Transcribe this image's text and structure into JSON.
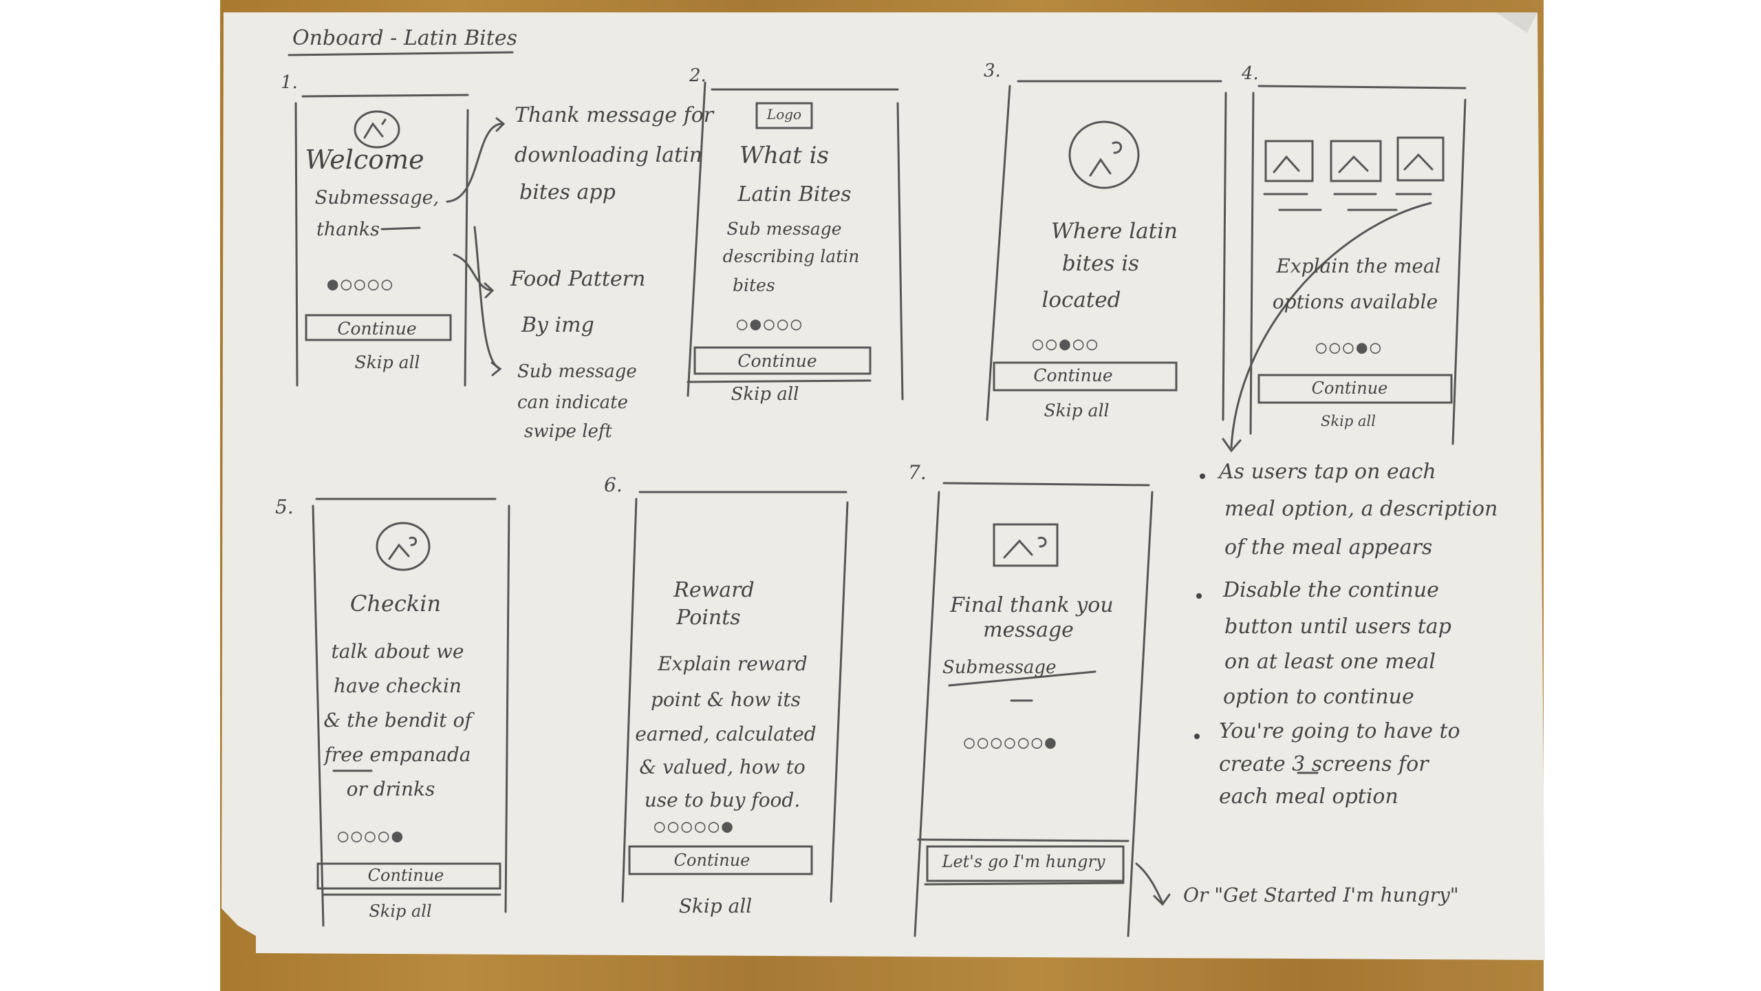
{
  "header": {
    "title": "Onboard - Latin Bites"
  },
  "screens": [
    {
      "number": "1.",
      "logo": "",
      "title": "Welcome",
      "sub1": "Submessage,",
      "sub2": "thanks",
      "dots": "●○○○○",
      "button": "Continue",
      "skip": "Skip all"
    },
    {
      "number": "2.",
      "logo": "Logo",
      "title1": "What is",
      "title2": "Latin Bites",
      "sub1": "Sub message",
      "sub2": "describing latin",
      "sub3": "bites",
      "dots": "○●○○○",
      "button": "Continue",
      "skip": "Skip all"
    },
    {
      "number": "3.",
      "title1": "Where latin",
      "title2": "bites is",
      "title3": "located",
      "dots": "○○●○○",
      "button": "Continue",
      "skip": "Skip all"
    },
    {
      "number": "4.",
      "text1": "Explain the meal",
      "text2": "options available",
      "dots": "○○○●○",
      "button": "Continue",
      "skip": "Skip all"
    },
    {
      "number": "5.",
      "title": "Checkin",
      "text1": "talk about we",
      "text2": "have checkin",
      "text3": "& the bendit of",
      "text4": "free empanada",
      "text5": "or drinks",
      "dots": "○○○○●",
      "button": "Continue",
      "skip": "Skip all"
    },
    {
      "number": "6.",
      "title1": "Reward",
      "title2": "Points",
      "text1": "Explain reward",
      "text2": "point & how its",
      "text3": "earned, calculated",
      "text4": "& valued, how to",
      "text5": "use to buy food.",
      "dots": "○○○○○●",
      "button": "Continue",
      "skip": "Skip all"
    },
    {
      "number": "7.",
      "title1": "Final thank you",
      "title2": "message",
      "sub": "Submessage",
      "dots": "○○○○○○●",
      "button": "Let's go I'm hungry"
    }
  ],
  "notes": {
    "thank": [
      "Thank message for",
      "downloading latin",
      "bites app"
    ],
    "food": [
      "Food Pattern",
      "By img"
    ],
    "swipe": [
      "Sub message",
      "can indicate",
      "swipe left"
    ],
    "bullets": [
      [
        "As users tap on each",
        "meal option, a description",
        "of the meal appears"
      ],
      [
        "Disable the continue",
        "button until users tap",
        "on at least one meal",
        "option to continue"
      ],
      [
        "You're going to have to",
        "create 3 screens for",
        "each meal option"
      ]
    ],
    "alt": "Or \"Get Started I'm hungry\""
  }
}
